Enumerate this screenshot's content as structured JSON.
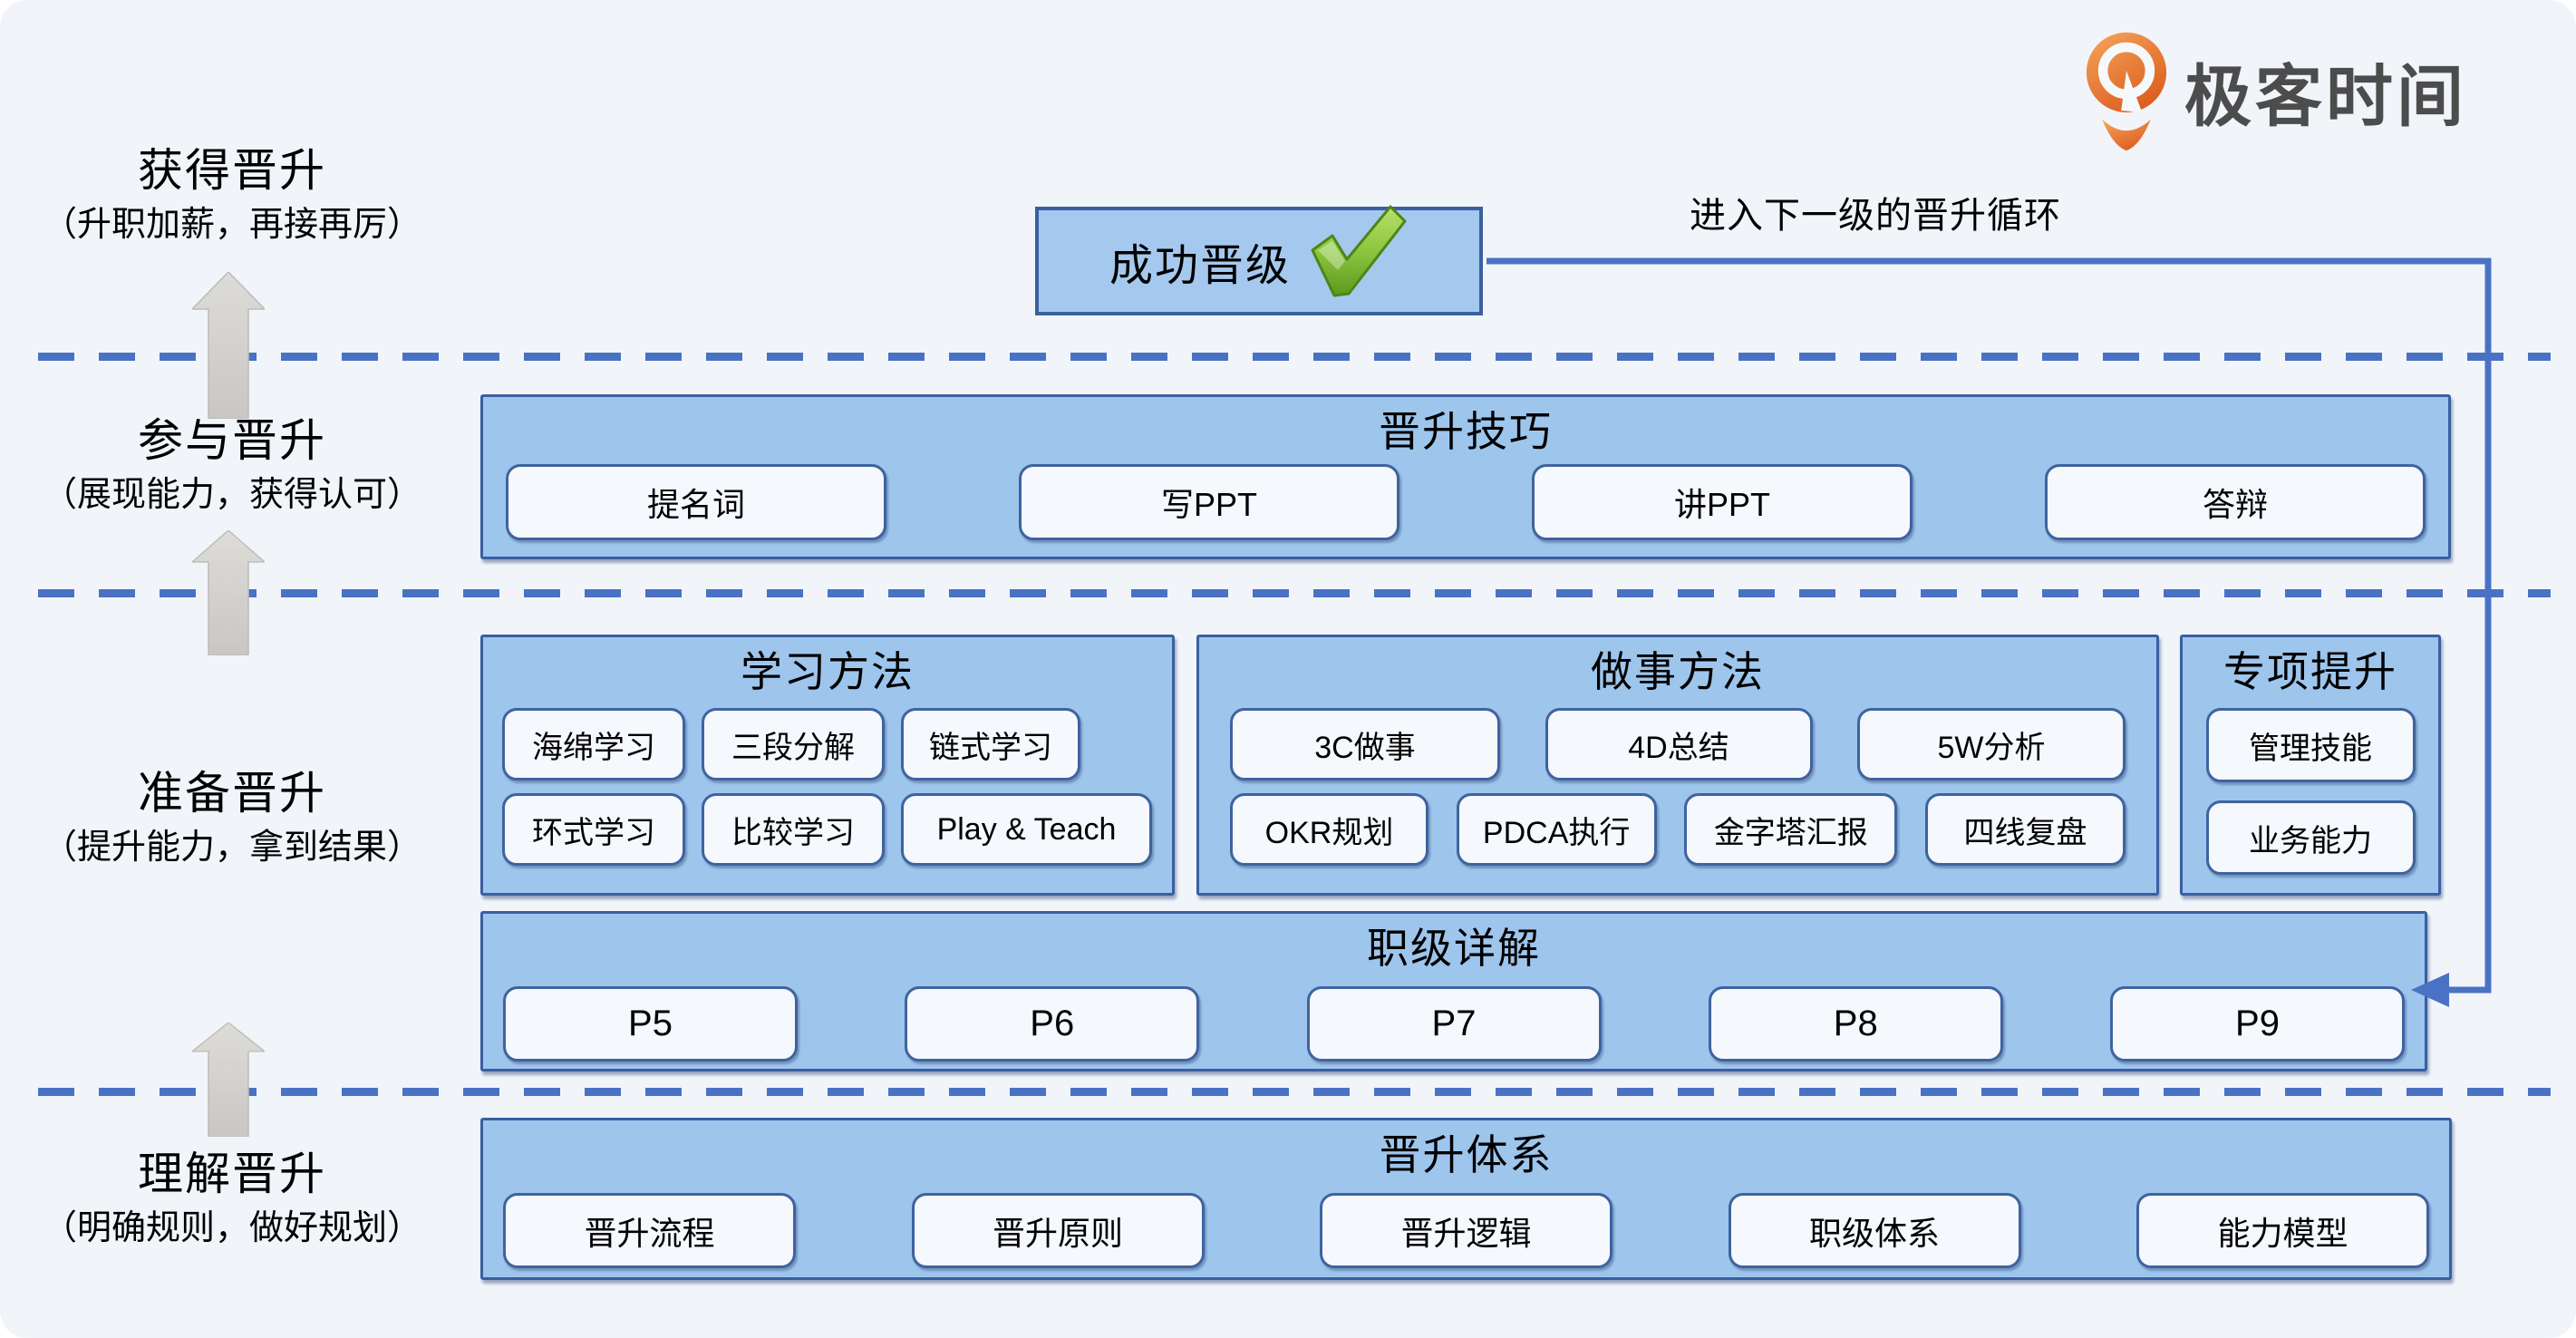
{
  "logo": {
    "text": "极客时间"
  },
  "loop": {
    "label": "进入下一级的晋升循环"
  },
  "success": {
    "label": "成功晋级"
  },
  "stages": [
    {
      "title": "获得晋升",
      "subtitle": "（升职加薪，再接再厉）"
    },
    {
      "title": "参与晋升",
      "subtitle": "（展现能力，获得认可）"
    },
    {
      "title": "准备晋升",
      "subtitle": "（提升能力，拿到结果）"
    },
    {
      "title": "理解晋升",
      "subtitle": "（明确规则，做好规划）"
    }
  ],
  "panels": {
    "skills": {
      "title": "晋升技巧",
      "items": [
        "提名词",
        "写PPT",
        "讲PPT",
        "答辩"
      ]
    },
    "learning": {
      "title": "学习方法",
      "row1": [
        "海绵学习",
        "三段分解",
        "链式学习"
      ],
      "row2": [
        "环式学习",
        "比较学习",
        "Play & Teach"
      ]
    },
    "doing": {
      "title": "做事方法",
      "row1": [
        "3C做事",
        "4D总结",
        "5W分析"
      ],
      "row2": [
        "OKR规划",
        "PDCA执行",
        "金字塔汇报",
        "四线复盘"
      ]
    },
    "special": {
      "title": "专项提升",
      "items": [
        "管理技能",
        "业务能力"
      ]
    },
    "levels": {
      "title": "职级详解",
      "items": [
        "P5",
        "P6",
        "P7",
        "P8",
        "P9"
      ]
    },
    "system": {
      "title": "晋升体系",
      "items": [
        "晋升流程",
        "晋升原则",
        "晋升逻辑",
        "职级体系",
        "能力模型"
      ]
    }
  },
  "colors": {
    "canvas_bg": "#f1f5fa",
    "panel_fill": "#9ec5ec",
    "panel_border": "#3a5fa2",
    "chip_fill": "#f5f8fd",
    "line_blue": "#4a72c4",
    "arrow_gray": "#d3d3d0",
    "check_green": "#7cb83e",
    "logo_orange": "#e8762f"
  }
}
